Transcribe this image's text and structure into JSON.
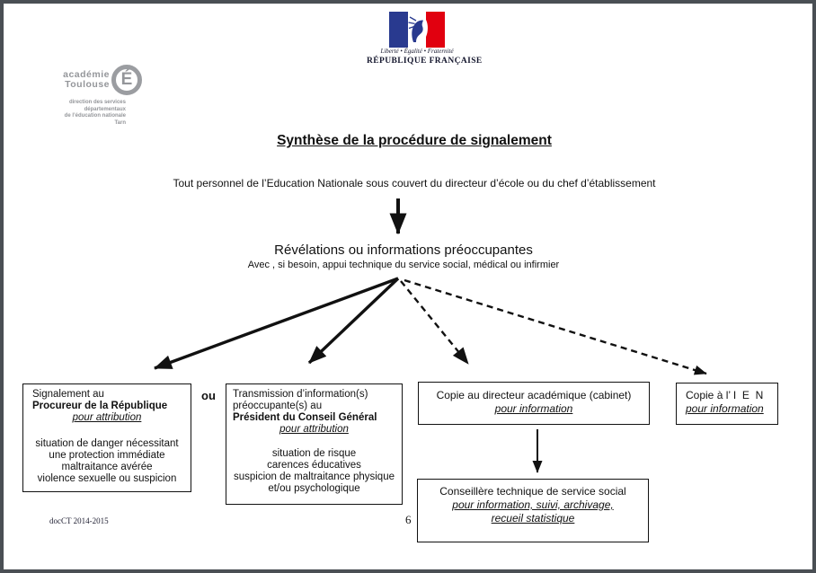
{
  "page": {
    "footer_left": "docCT 2014-2015",
    "page_number": "6",
    "frame_color": "#4a4f54"
  },
  "colors": {
    "flag_blue": "#293A8F",
    "flag_red": "#E1000F",
    "logo_gray": "#94969A",
    "text_black": "#111111"
  },
  "republic_logo": {
    "motto": "Liberté • Égalité • Fraternité",
    "name": "RÉPUBLIQUE FRANÇAISE"
  },
  "academie_logo": {
    "line1": "académie",
    "line2": "Toulouse",
    "badge_letter": "É",
    "sub1": "direction des services",
    "sub2": "départementaux",
    "sub3": "de l’éducation nationale",
    "sub4": "Tarn"
  },
  "title": "Synthèse de la procédure de signalement",
  "intro": "Tout personnel de l’Education Nationale sous couvert du directeur d’école ou du chef d’établissement",
  "central_node": {
    "heading": "Révélations ou informations préoccupantes",
    "subheading": "Avec , si besoin, appui technique du service social, médical ou infirmier"
  },
  "connector_ou": "ou",
  "boxes": {
    "procureur": {
      "line1": "Signalement au",
      "line2": "Procureur de la République",
      "line3": "pour attribution",
      "details": [
        "situation de danger nécessitant",
        "une protection immédiate",
        "maltraitance avérée",
        "violence sexuelle ou suspicion"
      ]
    },
    "conseil_general": {
      "line1": "Transmission d’information(s)",
      "line2": "préoccupante(s) au",
      "line3": "Président du Conseil Général",
      "line4": "pour attribution",
      "details": [
        "situation de risque",
        "carences éducatives",
        "suspicion de maltraitance physique",
        "et/ou psychologique"
      ]
    },
    "directeur_academique": {
      "line1": "Copie au directeur académique (cabinet)",
      "line2": "pour information"
    },
    "ien": {
      "line1": "Copie à l’ I  E  N",
      "line2": "pour information"
    },
    "conseillere": {
      "line1": "Conseillère technique de service social",
      "line2": "pour information, suivi, archivage,",
      "line3": "recueil statistique"
    }
  }
}
